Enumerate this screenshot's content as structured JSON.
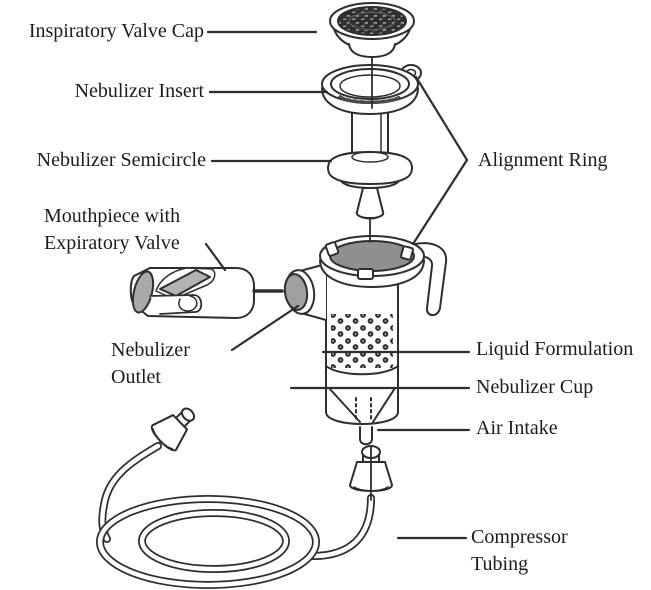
{
  "diagram": {
    "figure": "Exploded-view diagram of a jet nebulizer",
    "colors": {
      "background": "#ffffff",
      "line": "#2e2e2e",
      "text": "#1c1c1c",
      "gray_fill": "#a9a9a9",
      "dark_fill": "#3c3c3c"
    },
    "labels": [
      {
        "name": "inspiratory-valve-cap",
        "lines": [
          "Inspiratory Valve Cap"
        ]
      },
      {
        "name": "nebulizer-insert",
        "lines": [
          "Nebulizer Insert"
        ]
      },
      {
        "name": "nebulizer-semicircle",
        "lines": [
          "Nebulizer Semicircle"
        ]
      },
      {
        "name": "mouthpiece-with-expiratory-valve",
        "lines": [
          "Mouthpiece with",
          "Expiratory Valve"
        ]
      },
      {
        "name": "nebulizer-outlet",
        "lines": [
          "Nebulizer",
          "Outlet"
        ]
      },
      {
        "name": "alignment-ring",
        "lines": [
          "Alignment Ring"
        ]
      },
      {
        "name": "liquid-formulation",
        "lines": [
          "Liquid Formulation"
        ]
      },
      {
        "name": "nebulizer-cup",
        "lines": [
          "Nebulizer Cup"
        ]
      },
      {
        "name": "air-intake",
        "lines": [
          "Air Intake"
        ]
      },
      {
        "name": "compressor-tubing",
        "lines": [
          "Compressor",
          "Tubing"
        ]
      }
    ]
  }
}
